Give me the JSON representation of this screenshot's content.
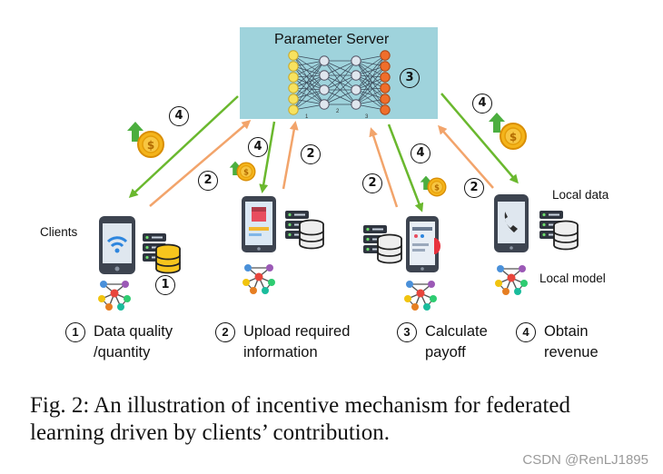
{
  "server": {
    "title": "Parameter Server",
    "badge": "3",
    "layer_ticks": [
      "1",
      "2",
      "3"
    ]
  },
  "labels": {
    "clients": "Clients",
    "local_data": "Local data",
    "local_model": "Local model"
  },
  "arrow_badges": {
    "upload": "2",
    "reward": "4",
    "client1_data": "1"
  },
  "steps": [
    {
      "num": "1",
      "line1": "Data quality",
      "line2": "/quantity"
    },
    {
      "num": "2",
      "line1": "Upload required",
      "line2": "information"
    },
    {
      "num": "3",
      "line1": "Calculate",
      "line2": "payoff"
    },
    {
      "num": "4",
      "line1": "Obtain",
      "line2": "revenue"
    }
  ],
  "caption": {
    "line1": "Fig. 2: An illustration of incentive mechanism for federated",
    "line2": "learning driven by clients’ contribution."
  },
  "watermark": "CSDN @RenLJ1895",
  "colors": {
    "server_bg": "#9fd3dc",
    "node_yellow": "#f7e25f",
    "node_grey": "#dfe6ee",
    "node_orange": "#ef6e2b",
    "arrow_green": "#6ab82e",
    "arrow_orange": "#f2a46b",
    "coin_gold": "#f4b41a",
    "coin_up": "#4cae3f",
    "phone_dark": "#3d4450"
  }
}
